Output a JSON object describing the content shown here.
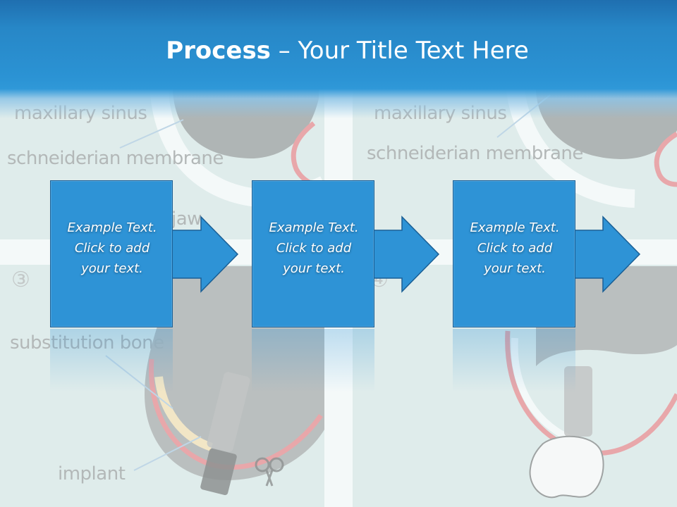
{
  "slide": {
    "title_bold": "Process",
    "title_rest": " – Your Title Text Here"
  },
  "background_labels": {
    "maxillary_sinus_left": "maxillary sinus",
    "schneiderian_left": "schneiderian membrane",
    "jaw": "jaw",
    "num_3": "③",
    "substitution_bone": "substitution bone",
    "implant": "implant",
    "maxillary_sinus_right": "maxillary sinus",
    "schneiderian_right": "schneiderian membrane",
    "num_4": "④"
  },
  "steps": [
    {
      "line1": "Example Text.",
      "line2": "Click  to add",
      "line3": "your text."
    },
    {
      "line1": "Example Text.",
      "line2": "Click  to add",
      "line3": "your text."
    },
    {
      "line1": "Example Text.",
      "line2": "Click  to add",
      "line3": "your text."
    }
  ],
  "colors": {
    "header": "#2787c7",
    "box": "#2e93d6",
    "box_border": "#1a5f95"
  },
  "icons": [
    "right-arrow-icon",
    "scissors-icon",
    "implant-screw-icon",
    "tooth-crown-icon"
  ]
}
